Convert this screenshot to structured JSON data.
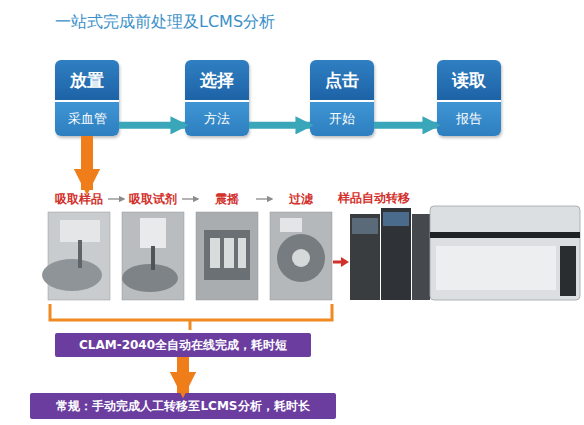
{
  "diagram": {
    "title": "一站式完成前处理及LCMS分析",
    "nodes": [
      {
        "text": [
          "放置",
          "采血管"
        ]
      },
      {
        "text": [
          "选择",
          "方法"
        ]
      },
      {
        "text": [
          "点击",
          "开始"
        ]
      },
      {
        "text": [
          "读取",
          "报告"
        ]
      },
      {
        "text": [
          "吸取样品"
        ]
      },
      {
        "text": [
          "吸取试剂"
        ]
      },
      {
        "text": [
          "震摇"
        ]
      },
      {
        "text": [
          "过滤"
        ]
      },
      {
        "text": [
          "CLAM-2040全自动在线完成，耗时短"
        ]
      },
      {
        "text": [
          "常规：手动完成人工转移至LCMS分析，耗时长"
        ]
      }
    ],
    "edges": [
      {
        "from": 0,
        "to": 1,
        "arrow": "to"
      },
      {
        "from": 1,
        "to": 2,
        "arrow": "to"
      },
      {
        "from": 2,
        "to": 3,
        "arrow": "to"
      },
      {
        "from": 0,
        "to": 4,
        "arrow": "to"
      },
      {
        "from": 4,
        "to": 5,
        "arrow": "to"
      },
      {
        "from": 5,
        "to": 6,
        "arrow": "to"
      },
      {
        "from": 6,
        "to": 7,
        "arrow": "to"
      },
      {
        "from": 8,
        "to": 9,
        "arrow": "to"
      }
    ],
    "labels": [
      "样品自动转移"
    ]
  }
}
